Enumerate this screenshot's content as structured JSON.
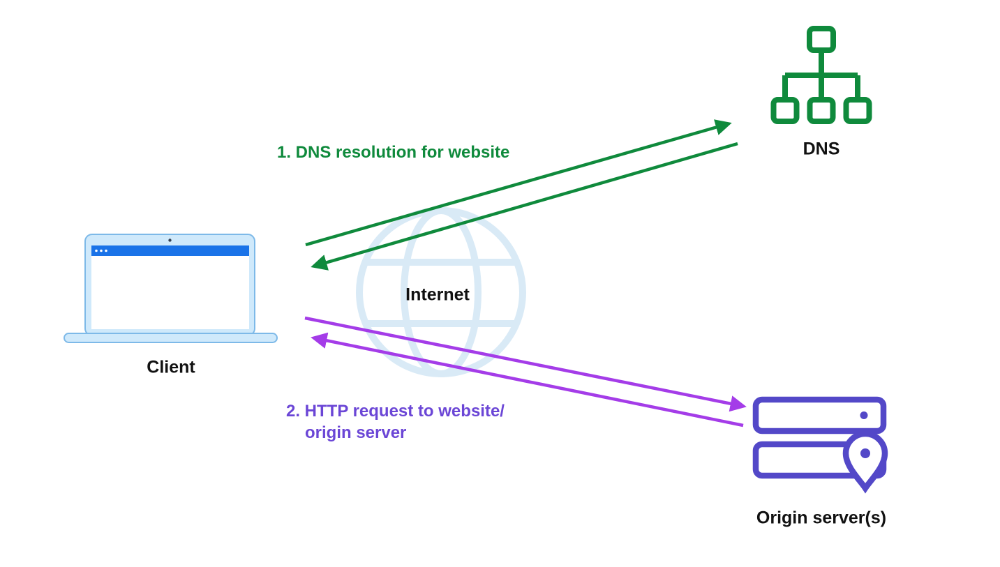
{
  "nodes": {
    "client": {
      "label": "Client"
    },
    "internet": {
      "label": "Internet"
    },
    "dns": {
      "label": "DNS"
    },
    "origin": {
      "label": "Origin server(s)"
    }
  },
  "flows": {
    "dns_resolution": {
      "label": "1. DNS resolution for website"
    },
    "http_request": {
      "line1": "2. HTTP request to website/",
      "line2": "origin server"
    }
  },
  "colors": {
    "green": "#0f8a3c",
    "purple-arrow": "#a43ce8",
    "purple-text": "#6b46d6",
    "indigo": "#5348c8",
    "laptop-fill": "#cfe9fb",
    "laptop-stroke": "#7db9e8",
    "browser-bar": "#1a73e8",
    "globe": "#d9eaf6",
    "text": "#111111",
    "background": "#ffffff"
  }
}
